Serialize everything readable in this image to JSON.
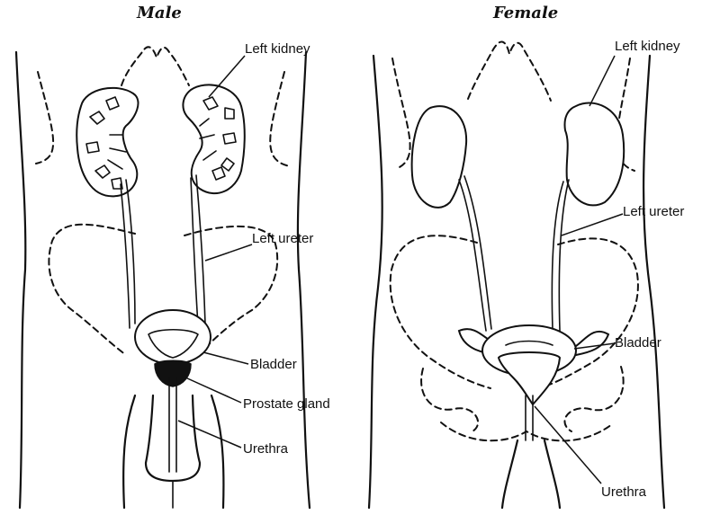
{
  "panels": {
    "male": {
      "title": "Male",
      "labels": {
        "kidney": "Left kidney",
        "ureter": "Left ureter",
        "bladder": "Bladder",
        "prostate": "Prostate gland",
        "urethra": "Urethra"
      }
    },
    "female": {
      "title": "Female",
      "labels": {
        "kidney": "Left kidney",
        "ureter": "Left ureter",
        "bladder": "Bladder",
        "urethra": "Urethra"
      }
    }
  },
  "colors": {
    "ink": "#111111",
    "paper": "#ffffff"
  }
}
